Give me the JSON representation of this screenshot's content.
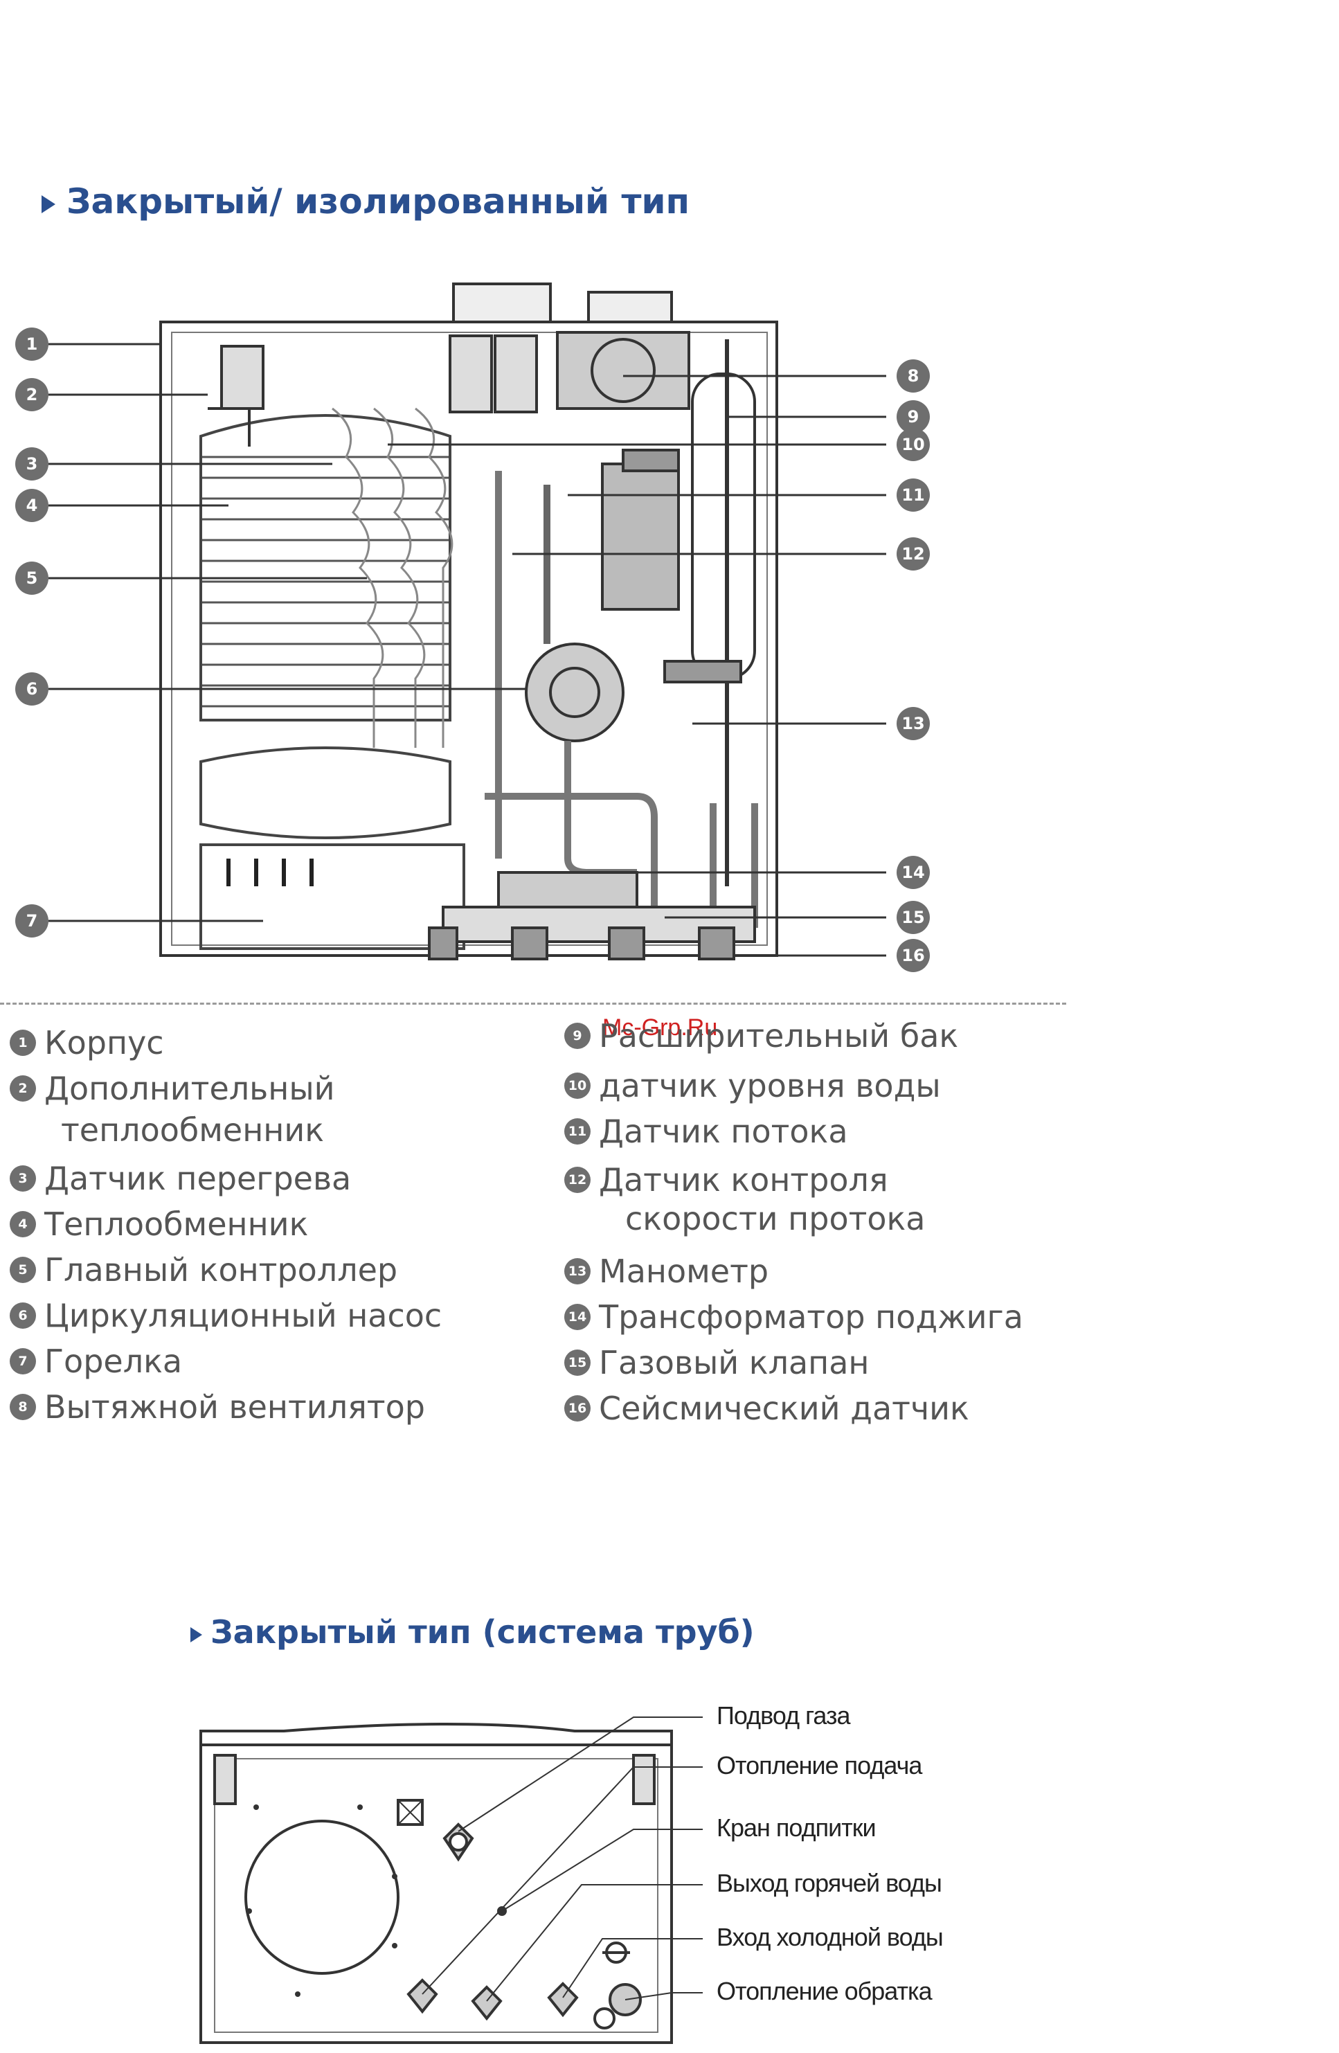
{
  "section1": {
    "title": "Закрытый/ изолированный тип",
    "callouts": [
      "1",
      "2",
      "3",
      "4",
      "5",
      "6",
      "7",
      "8",
      "9",
      "10",
      "11",
      "12",
      "13",
      "14",
      "15",
      "16"
    ],
    "legend_left": [
      {
        "num": "1",
        "text": "Корпус"
      },
      {
        "num": "2",
        "text": "Дополнительный"
      },
      {
        "num": "",
        "text": "теплообменник"
      },
      {
        "num": "3",
        "text": "Датчик перегрева"
      },
      {
        "num": "4",
        "text": "Теплообменник"
      },
      {
        "num": "5",
        "text": "Главный контроллер"
      },
      {
        "num": "6",
        "text": "Циркуляционный насос"
      },
      {
        "num": "7",
        "text": "Горелка"
      },
      {
        "num": "8",
        "text": "Вытяжной вентилятор"
      }
    ],
    "legend_right": [
      {
        "num": "9",
        "text": "Расширительный бак"
      },
      {
        "num": "10",
        "text": "датчик уровня воды"
      },
      {
        "num": "11",
        "text": "Датчик потока"
      },
      {
        "num": "12",
        "text": "Датчик контроля"
      },
      {
        "num": "",
        "text": "скорости протока"
      },
      {
        "num": "13",
        "text": "Манометр"
      },
      {
        "num": "14",
        "text": "Трансформатор поджига"
      },
      {
        "num": "15",
        "text": "Газовый клапан"
      },
      {
        "num": "16",
        "text": "Сейсмический датчик"
      }
    ],
    "watermark": "Mc-Grp.Ru"
  },
  "section2": {
    "title": "Закрытый тип (система труб)",
    "labels": [
      "Подвод газа",
      "Отопление подача",
      "Кран подпитки",
      "Выход горячей воды",
      "Вход холодной воды",
      "Отопление обратка"
    ]
  },
  "colors": {
    "title": "#2a4f8f",
    "callout": "#6e6e6e",
    "line": "#333333",
    "watermark": "#d02020"
  }
}
